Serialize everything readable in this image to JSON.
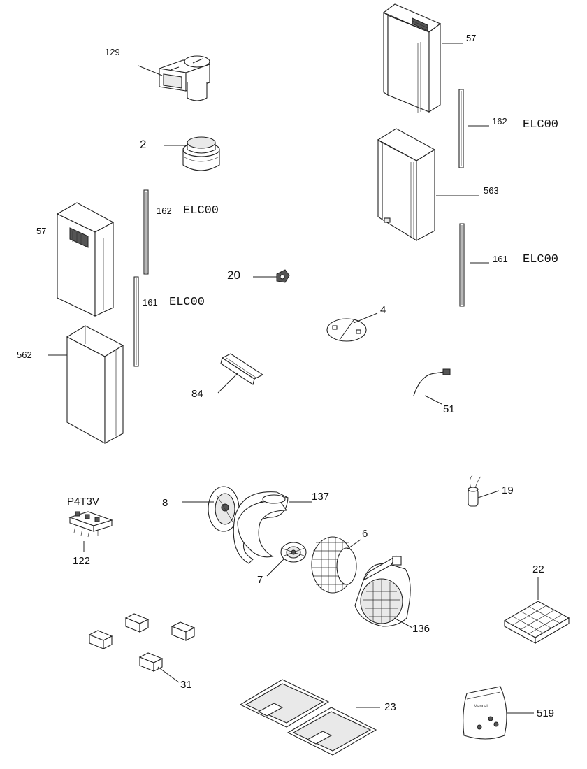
{
  "parts": {
    "p129": "129",
    "p2": "2",
    "p57_left": "57",
    "p57_right": "57",
    "p162_left": "162",
    "p162_right": "162",
    "p161_left": "161",
    "p161_right": "161",
    "p562": "562",
    "p563": "563",
    "p20": "20",
    "p4": "4",
    "p84": "84",
    "p51": "51",
    "p8": "8",
    "p137": "137",
    "p19": "19",
    "p6": "6",
    "p7": "7",
    "p136": "136",
    "p22": "22",
    "p122": "122",
    "p31": "31",
    "p23": "23",
    "p519": "519"
  },
  "codes": {
    "elc_162_left": "ELC00",
    "elc_161_left": "ELC00",
    "elc_162_right": "ELC00",
    "elc_161_right": "ELC00",
    "p4t3v": "P4T3V"
  },
  "bag_text": "Manual",
  "colors": {
    "line": "#222222",
    "text": "#111111",
    "background": "#ffffff"
  }
}
